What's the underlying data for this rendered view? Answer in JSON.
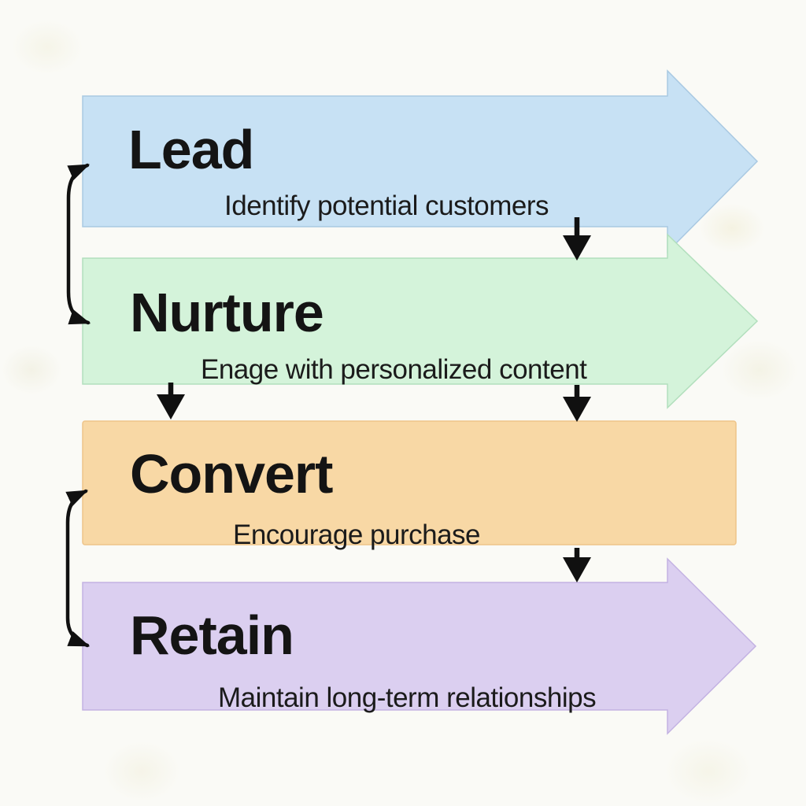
{
  "background_color": "#fafaf6",
  "text_color": "#141414",
  "arrow_color": "#101010",
  "funnel": {
    "stages": [
      {
        "name": "Lead",
        "description": "Identify potential customers",
        "fill": "#c7e1f4",
        "border": "#a9c9e2"
      },
      {
        "name": "Nurture",
        "description": "Enage with personalized content",
        "fill": "#d4f3da",
        "border": "#b2dfbd"
      },
      {
        "name": "Convert",
        "description": "Encourage purchase",
        "fill": "#f8d8a5",
        "border": "#eec489"
      },
      {
        "name": "Retain",
        "description": "Maintain long-term relationships",
        "fill": "#dbcff0",
        "border": "#c3b2e2"
      }
    ]
  },
  "icons": {
    "down_arrow": "↓",
    "curved_double_arrow": "↕"
  }
}
